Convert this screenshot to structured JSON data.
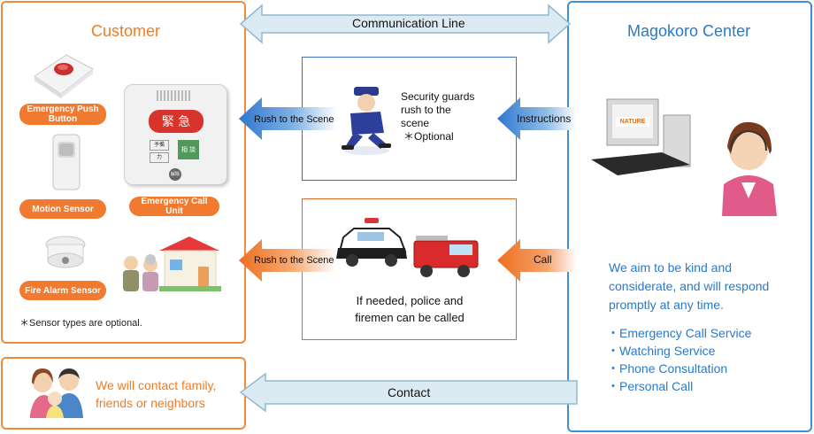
{
  "customer": {
    "title": "Customer",
    "push_button_label": "Emergency Push Button",
    "motion_sensor_label": "Motion Sensor",
    "fire_alarm_label": "Fire Alarm Sensor",
    "call_unit_label": "Emergency Call Unit",
    "call_unit_main_key": "緊 急",
    "call_unit_key_1": "予備",
    "call_unit_key_2": "力",
    "call_unit_key_3": "相 談",
    "call_unit_key_4": "解除",
    "sensor_note": "＊Sensor types are optional."
  },
  "contact_box": {
    "text_line1": "We will contact family,",
    "text_line2": "friends or neighbors"
  },
  "arrows": {
    "communication": "Communication Line",
    "contact": "Contact",
    "rush_top": "Rush to the Scene",
    "rush_bottom": "Rush to the Scene",
    "instructions": "Instructions",
    "call": "Call"
  },
  "security_box": {
    "line1": "Security guards",
    "line2": "rush to the",
    "line3": "scene",
    "line4": "＊Optional"
  },
  "police_box": {
    "line1": "If needed, police and",
    "line2": "firemen can be called"
  },
  "center": {
    "title": "Magokoro Center",
    "computer_brand": "NATURE",
    "message_line1": "We aim to be kind and",
    "message_line2": "considerate, and  will respond",
    "message_line3": "promptly at any time.",
    "services": [
      "・Emergency Call Service",
      "・Watching Service",
      "・Phone Consultation",
      "・Personal Call"
    ]
  },
  "colors": {
    "orange": "#f07a30",
    "blue": "#3d8fd6",
    "light_blue_arrow": "#d7e8f2",
    "alert_red": "#d9342b"
  }
}
